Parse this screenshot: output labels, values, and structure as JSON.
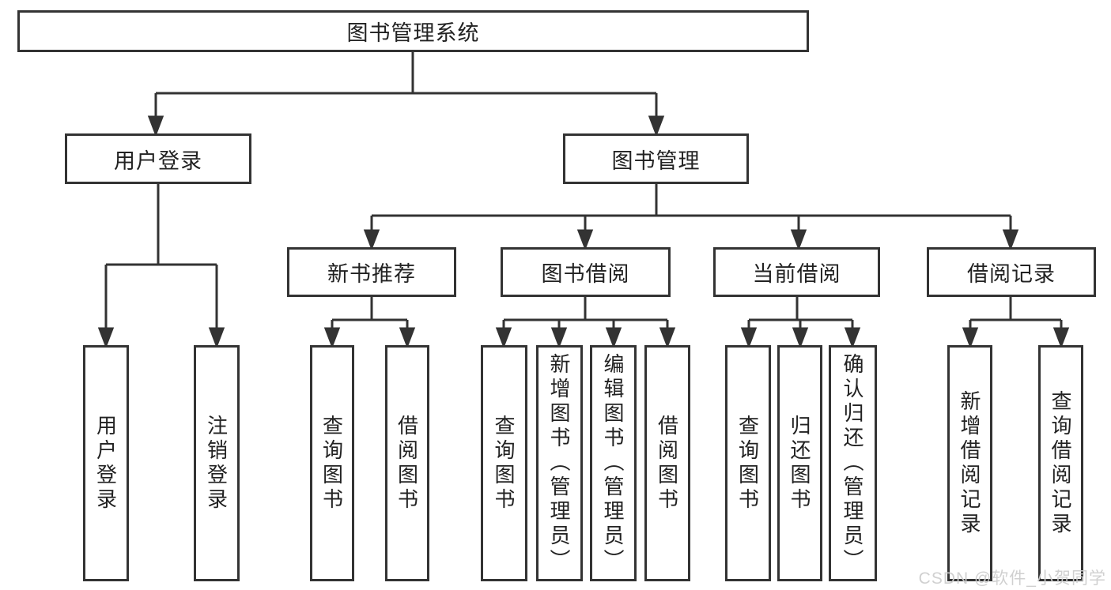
{
  "diagram": {
    "root": {
      "label": "图书管理系统"
    },
    "branches": [
      {
        "label": "用户登录",
        "leaves": [
          {
            "label": "用户登录"
          },
          {
            "label": "注销登录"
          }
        ]
      },
      {
        "label": "图书管理",
        "sections": [
          {
            "label": "新书推荐",
            "leaves": [
              {
                "label": "查询图书"
              },
              {
                "label": "借阅图书"
              }
            ]
          },
          {
            "label": "图书借阅",
            "leaves": [
              {
                "label": "查询图书"
              },
              {
                "label": "新增图书（管理员）"
              },
              {
                "label": "编辑图书（管理员）"
              },
              {
                "label": "借阅图书"
              }
            ]
          },
          {
            "label": "当前借阅",
            "leaves": [
              {
                "label": "查询图书"
              },
              {
                "label": "归还图书"
              },
              {
                "label": "确认归还（管理员）"
              }
            ]
          },
          {
            "label": "借阅记录",
            "leaves": [
              {
                "label": "新增借阅记录"
              },
              {
                "label": "查询借阅记录"
              }
            ]
          }
        ]
      }
    ]
  },
  "watermark": {
    "text": "CSDN @软件_小贺同学"
  },
  "colors": {
    "line": "#333333",
    "text": "#222222",
    "background": "#ffffff",
    "watermark": "#cecece"
  }
}
